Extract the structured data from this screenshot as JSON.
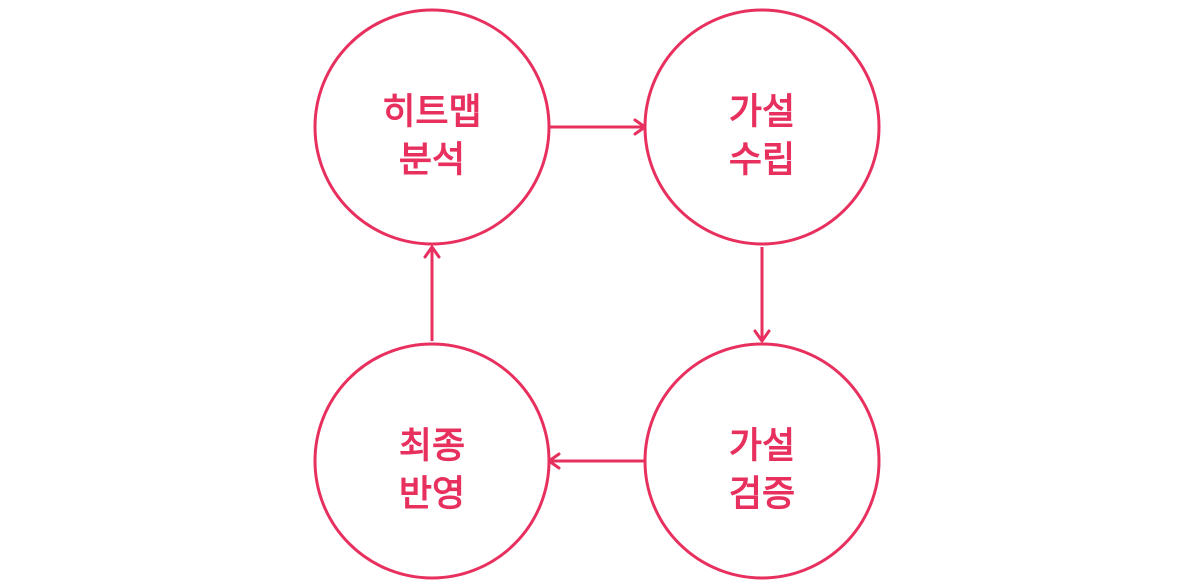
{
  "colors": {
    "accent": "#e8305f",
    "background": "#ffffff"
  },
  "nodes": [
    {
      "id": "heatmap-analysis",
      "line1": "히트맵",
      "line2": "분석"
    },
    {
      "id": "hypothesis-formulation",
      "line1": "가설",
      "line2": "수립"
    },
    {
      "id": "hypothesis-verification",
      "line1": "가설",
      "line2": "검증"
    },
    {
      "id": "final-reflection",
      "line1": "최종",
      "line2": "반영"
    }
  ],
  "edges": [
    {
      "from": "heatmap-analysis",
      "to": "hypothesis-formulation"
    },
    {
      "from": "hypothesis-formulation",
      "to": "hypothesis-verification"
    },
    {
      "from": "hypothesis-verification",
      "to": "final-reflection"
    },
    {
      "from": "final-reflection",
      "to": "heatmap-analysis"
    }
  ]
}
